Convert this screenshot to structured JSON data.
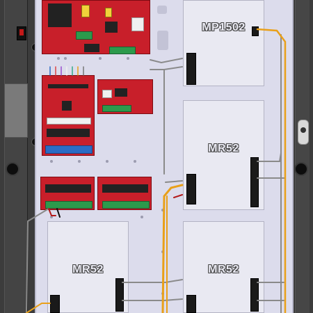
{
  "modules": {
    "top_right": {
      "label": "MP1502"
    },
    "middle_right": {
      "label": "MR52"
    },
    "bottom_left": {
      "label": "MR52"
    },
    "bottom_right": {
      "label": "MR52"
    }
  },
  "colors": {
    "board_red": "#c81f2a",
    "backplate": "#dcdcec",
    "plate": "#e9e9f2",
    "wire_orange": "#e9a019",
    "wire_gray": "#8a8a8a",
    "enclosure": "#2b2b2b"
  },
  "icons": {
    "power_switch": "power-switch-icon",
    "latch": "door-latch-icon"
  }
}
